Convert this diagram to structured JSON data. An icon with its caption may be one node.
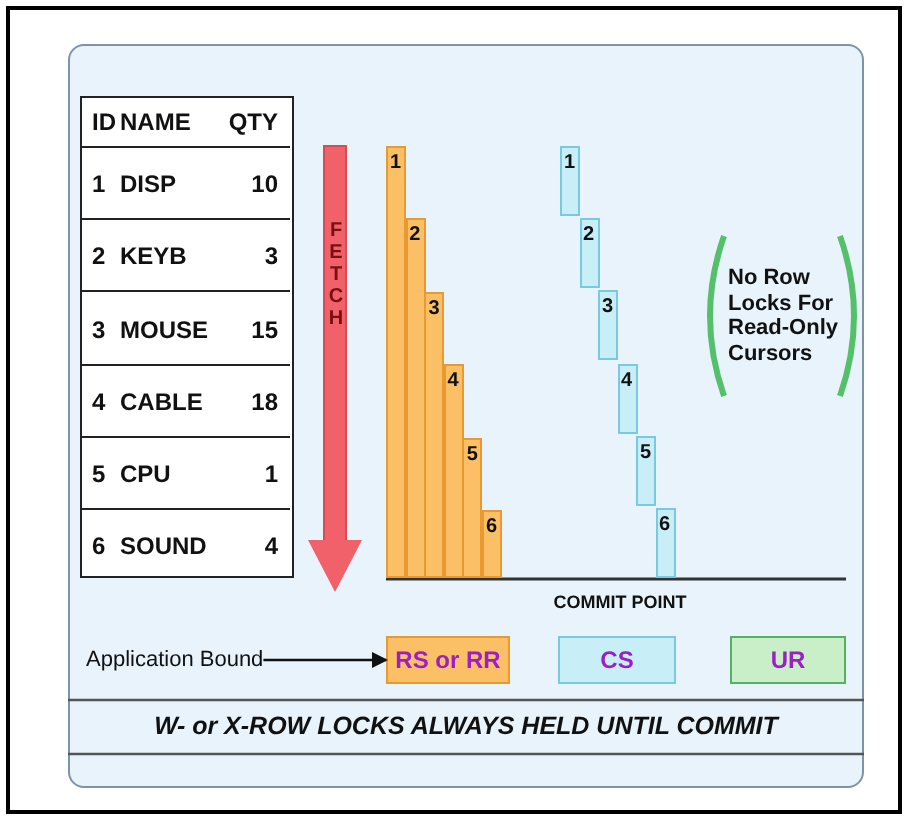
{
  "diagram": {
    "nodes": [
      {
        "text": [
          "Application Bound"
        ]
      },
      {
        "text": [
          "RS or RR"
        ]
      },
      {
        "text": [
          "CS"
        ]
      },
      {
        "text": [
          "UR"
        ]
      }
    ],
    "edges": [
      {
        "from": 0,
        "to": 1,
        "arrow": "to"
      }
    ],
    "labels": [
      "ID",
      "NAME",
      "QTY",
      "1",
      "DISP",
      "10",
      "2",
      "KEYB",
      "3",
      "3",
      "MOUSE",
      "15",
      "4",
      "CABLE",
      "18",
      "5",
      "CPU",
      "1",
      "6",
      "SOUND",
      "4",
      "FETCH",
      "1",
      "2",
      "3",
      "4",
      "5",
      "6",
      "1",
      "2",
      "3",
      "4",
      "5",
      "6",
      "No Row Locks For Read-Only Cursors",
      "COMMIT POINT",
      "W- or X-ROW LOCKS ALWAYS HELD UNTIL COMMIT"
    ]
  }
}
